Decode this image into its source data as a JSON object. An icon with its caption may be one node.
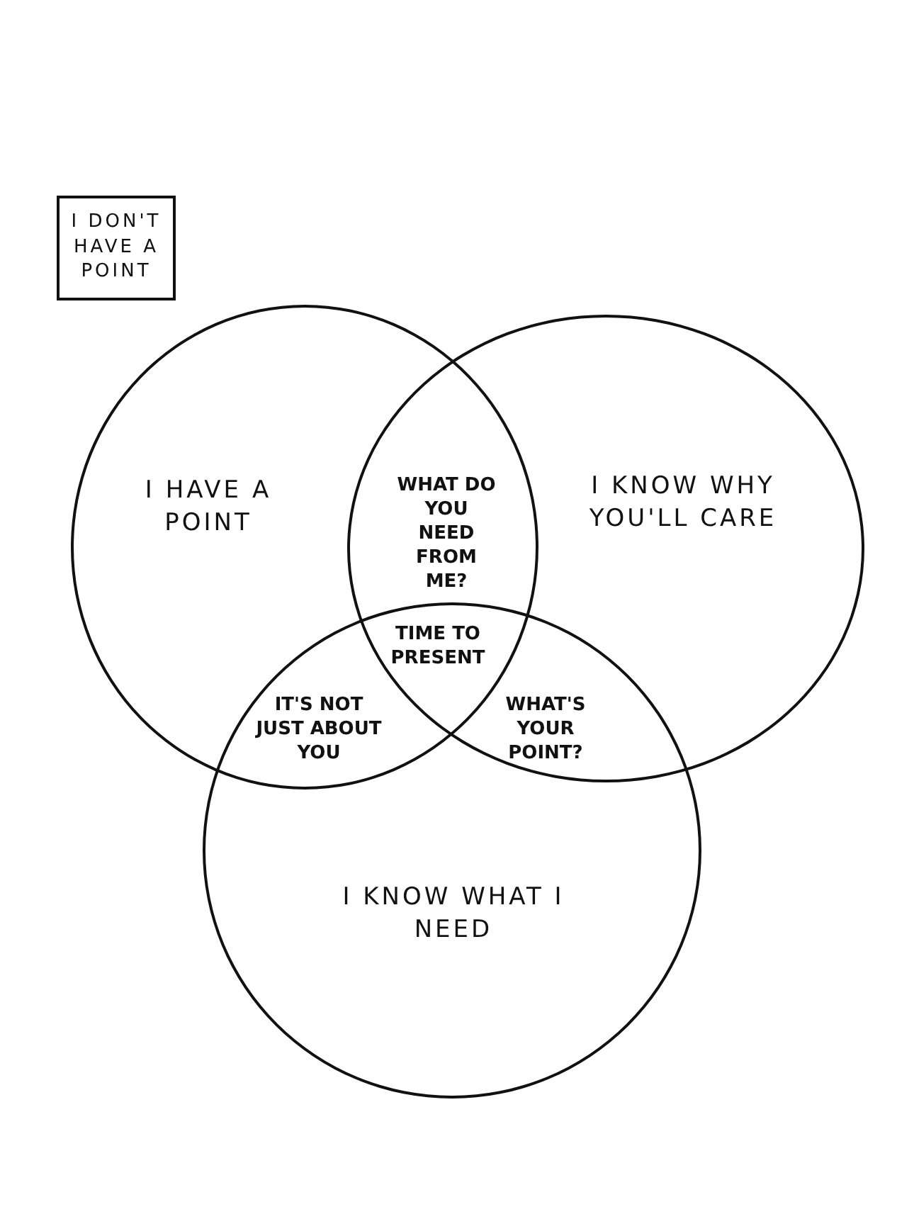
{
  "diagram": {
    "nodes": [
      {
        "text": [
          "I DON'T HAVE A POINT"
        ]
      },
      {
        "text": [
          "I HAVE A POINT"
        ]
      },
      {
        "text": [
          "I KNOW WHY YOU'LL CARE"
        ]
      },
      {
        "text": [
          "I KNOW WHAT I NEED"
        ]
      }
    ],
    "edges": [],
    "labels": [
      "WHAT DO YOU NEED FROM ME?",
      "TIME TO PRESENT",
      "IT'S NOT JUST ABOUT YOU",
      "WHAT'S YOUR POINT?"
    ]
  }
}
